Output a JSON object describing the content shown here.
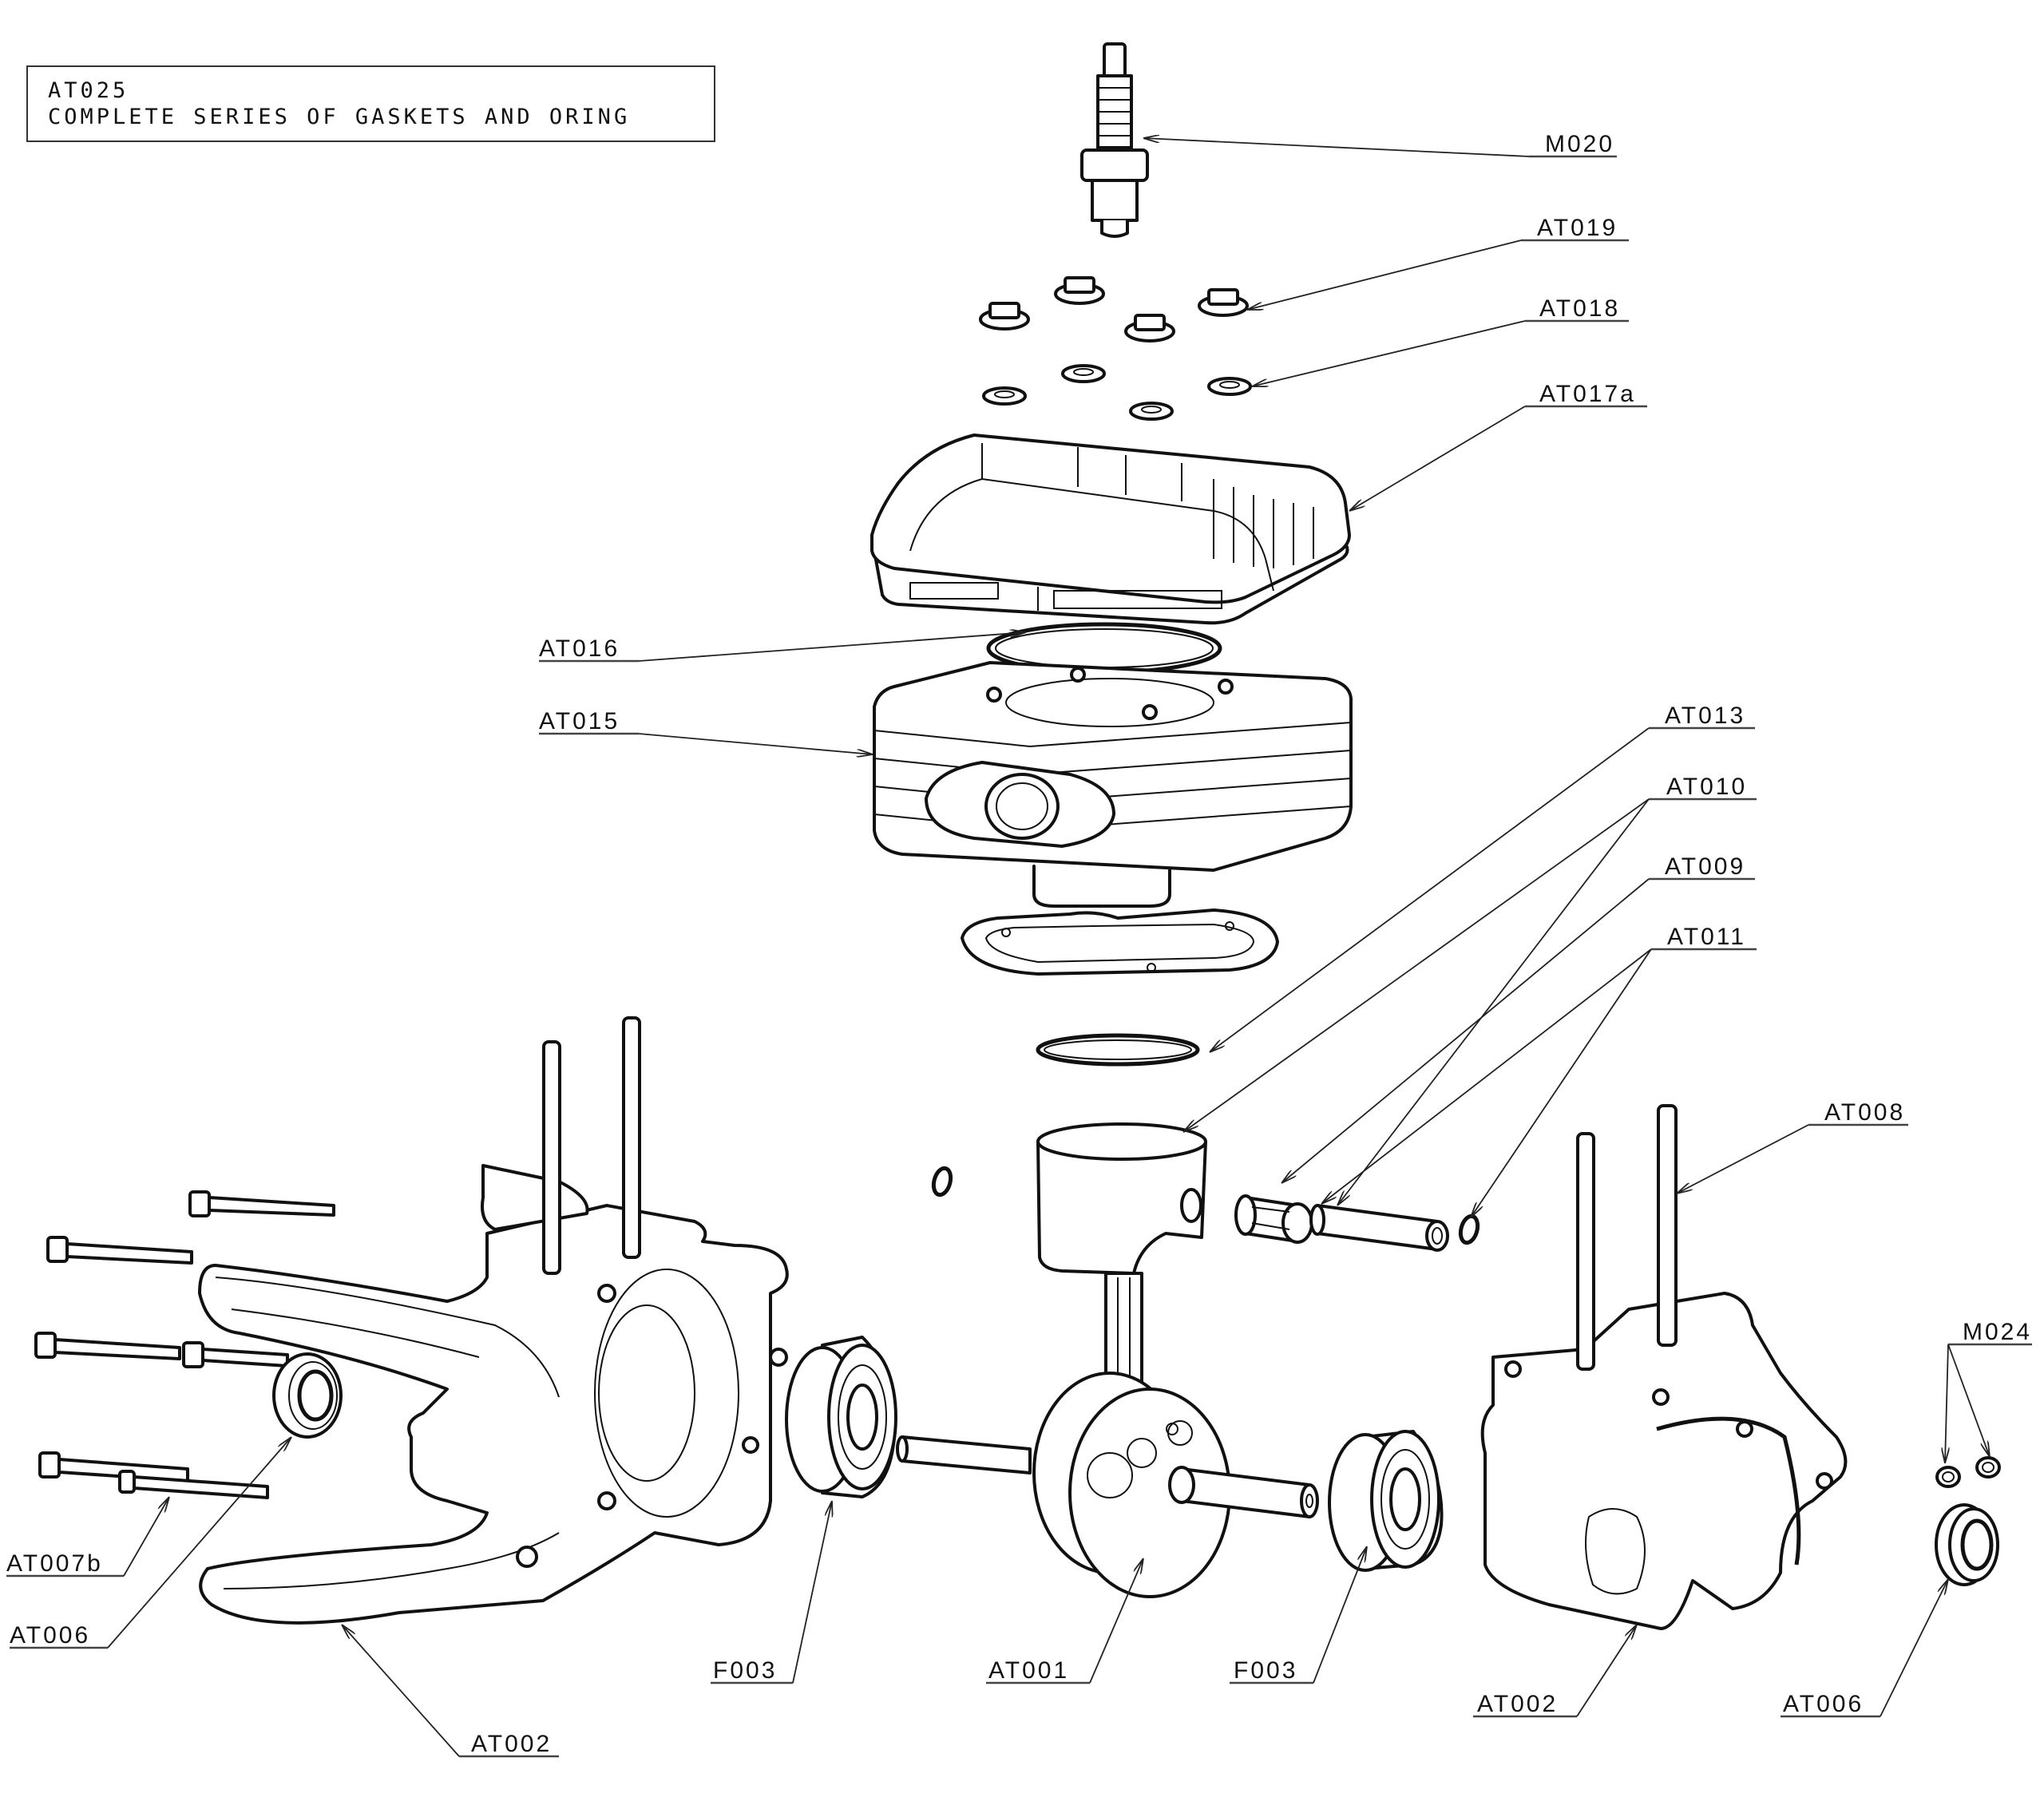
{
  "title_box": {
    "code": "AT025",
    "description": "COMPLETE SERIES OF GASKETS AND ORING"
  },
  "callouts": [
    {
      "label": "M020",
      "part": "spark-plug"
    },
    {
      "label": "AT019",
      "part": "cylinder-head-nut"
    },
    {
      "label": "AT018",
      "part": "cylinder-head-washer"
    },
    {
      "label": "AT017a",
      "part": "cylinder-head"
    },
    {
      "label": "AT016",
      "part": "head-o-ring"
    },
    {
      "label": "AT015",
      "part": "cylinder"
    },
    {
      "label": "AT013",
      "part": "base-o-ring"
    },
    {
      "label": "AT010",
      "part": "piston"
    },
    {
      "label": "AT009",
      "part": "needle-bearing"
    },
    {
      "label": "AT011",
      "part": "piston-pin-clips"
    },
    {
      "label": "AT008",
      "part": "stud"
    },
    {
      "label": "M024",
      "part": "screws"
    },
    {
      "label": "AT007b",
      "part": "crankcase-bolt"
    },
    {
      "label": "AT006",
      "part": "oil-seal-left"
    },
    {
      "label": "AT002",
      "part": "crankcase-left"
    },
    {
      "label": "F003",
      "part": "main-bearing-left"
    },
    {
      "label": "AT001",
      "part": "crankshaft"
    },
    {
      "label": "F003",
      "part": "main-bearing-right"
    },
    {
      "label": "AT002",
      "part": "crankcase-right"
    },
    {
      "label": "AT006",
      "part": "oil-seal-right"
    },
    {
      "label": "AT010",
      "part": "piston-pin"
    }
  ]
}
